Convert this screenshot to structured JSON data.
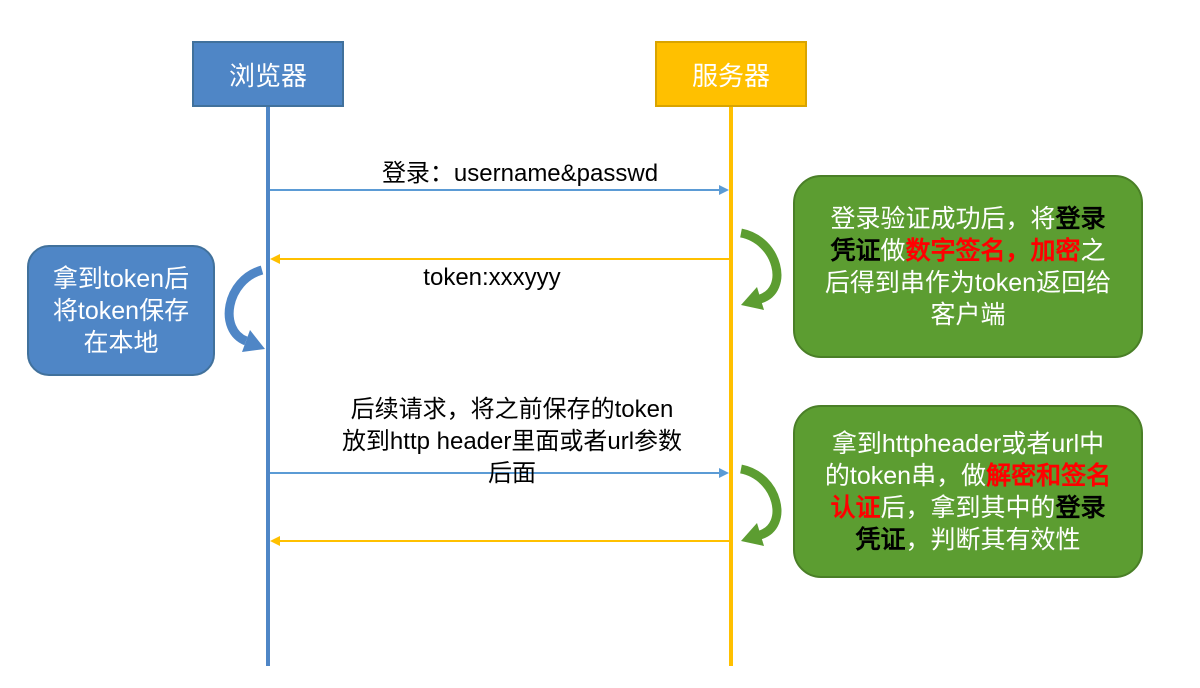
{
  "participants": {
    "browser": {
      "label": "浏览器"
    },
    "server": {
      "label": "服务器"
    }
  },
  "messages": [
    {
      "label": "登录：username&passwd"
    },
    {
      "label": "token:xxxyyy"
    },
    {
      "label_lines": [
        "后续请求，将之前保存的token",
        "放到http header里面或者url参数",
        "后面"
      ]
    }
  ],
  "notes": {
    "browser": {
      "lines": [
        "拿到token后",
        "将token保存",
        "在本地"
      ]
    },
    "server_login": {
      "lines": [
        [
          "登录验证成功后，将",
          "登录"
        ],
        [
          "凭证",
          "做",
          "数字签名，加密",
          "之"
        ],
        [
          "后得到串作为token返回给"
        ],
        [
          "客户端"
        ]
      ]
    },
    "server_verify": {
      "lines": [
        [
          "拿到httpheader或者url中"
        ],
        [
          "的token串，做",
          "解密和签名"
        ],
        [
          "认证",
          "后，拿到其中的",
          "登录"
        ],
        [
          "凭证",
          "，判断其有效性"
        ]
      ]
    }
  },
  "colors": {
    "browser_blue": "#4F86C6",
    "server_gold": "#FFC000",
    "request_arrow": "#5B9BD5",
    "response_arrow": "#FFC000",
    "note_green": "#5C9D31",
    "box_text": "#FFFFFF",
    "label_text": "#000000",
    "emphasis_red": "#FF0000",
    "emphasis_dark": "#000000"
  }
}
